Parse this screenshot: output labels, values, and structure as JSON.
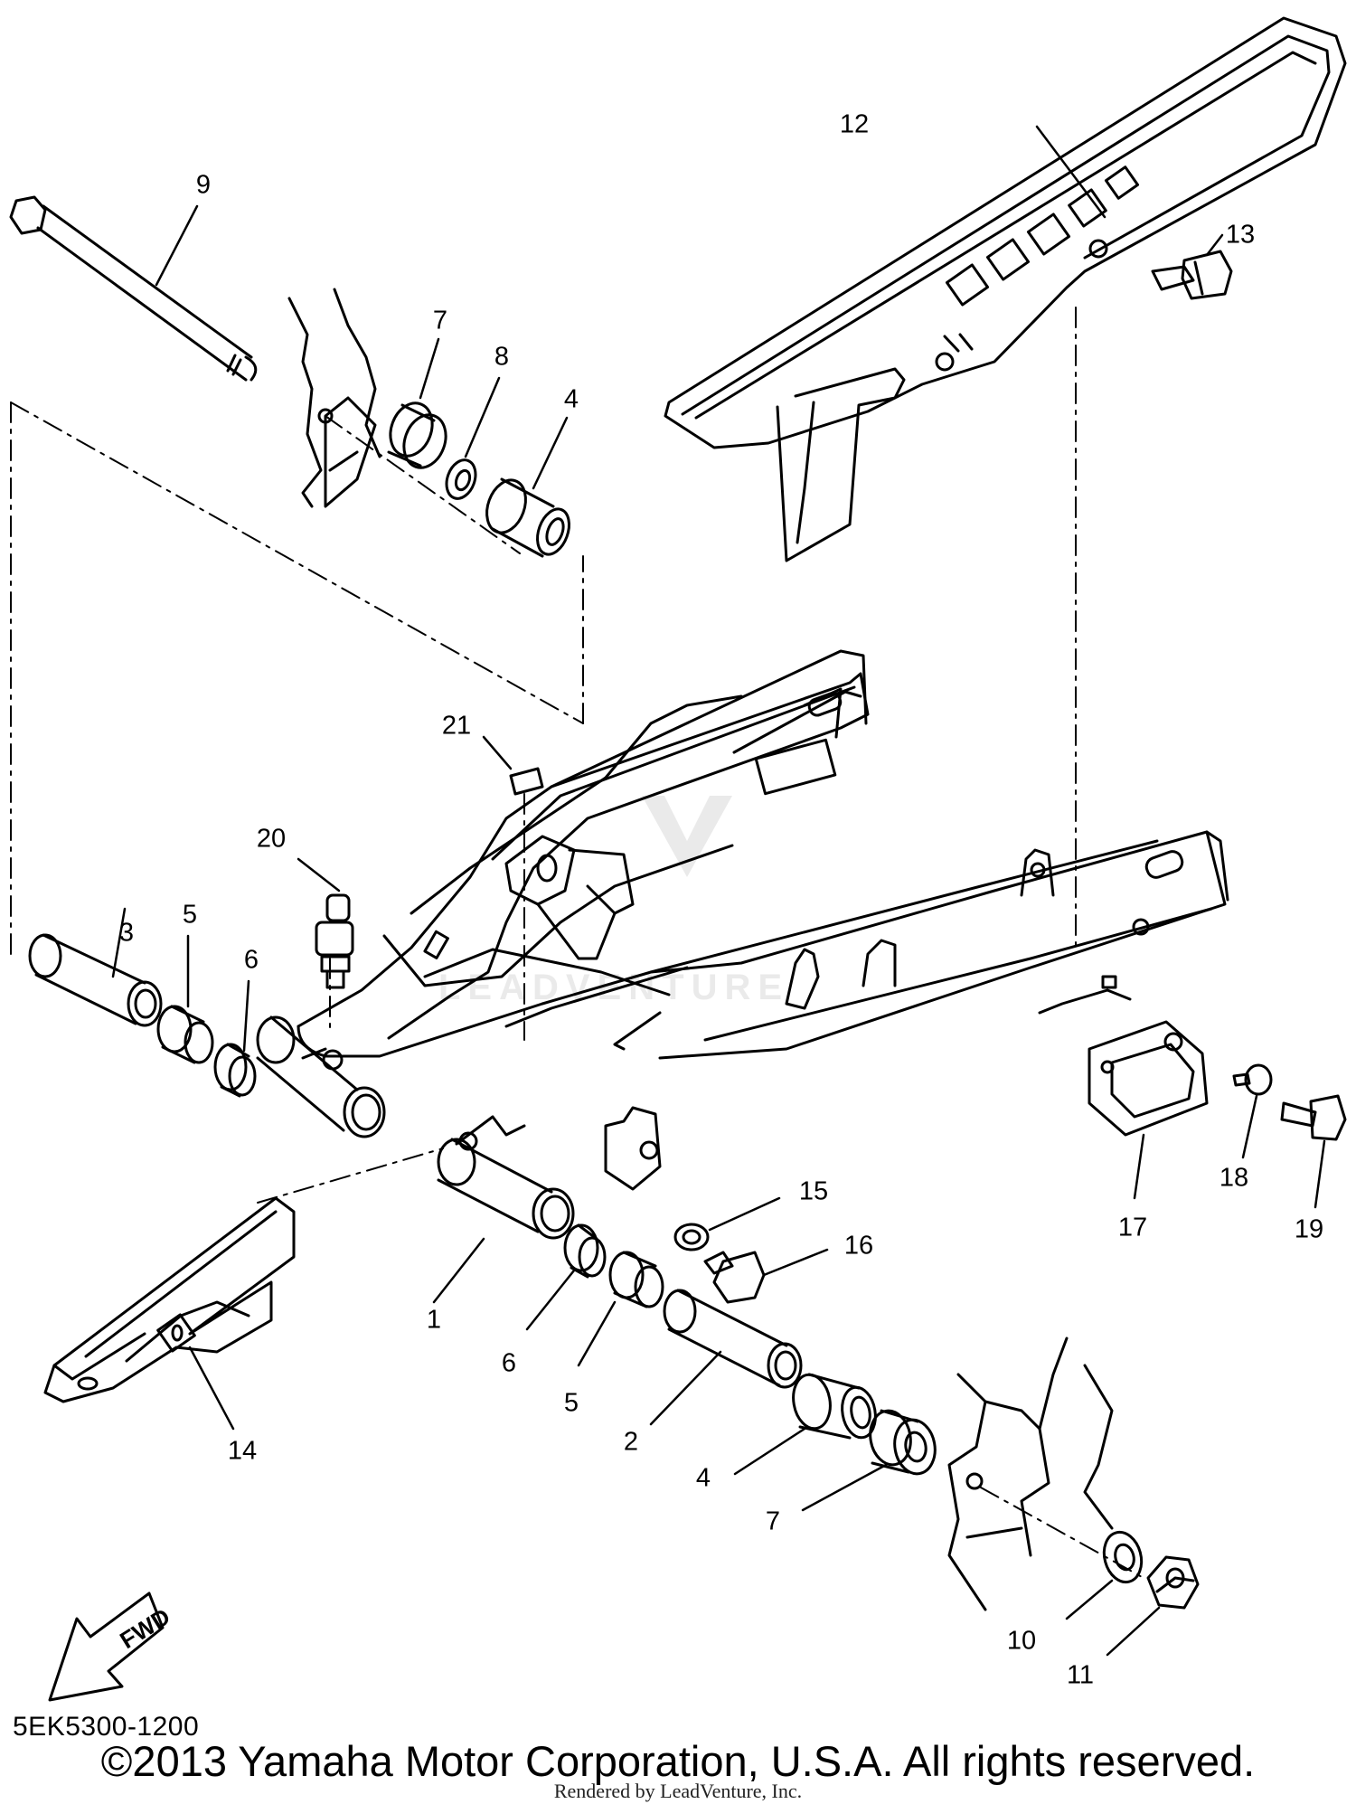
{
  "diagram": {
    "callouts": [
      "1",
      "2",
      "3",
      "4",
      "5",
      "6",
      "7",
      "8",
      "9",
      "10",
      "11",
      "12",
      "13",
      "14",
      "15",
      "16",
      "17",
      "18",
      "19",
      "20",
      "21",
      "4",
      "5",
      "6",
      "7"
    ],
    "fwd_label": "FWD",
    "diagram_code": "5EK5300-1200",
    "copyright": "©2013 Yamaha Motor Corporation, U.S.A. All rights reserved.",
    "rendered_by": "Rendered by LeadVenture, Inc.",
    "watermark_text": "LEADVENTURE"
  }
}
